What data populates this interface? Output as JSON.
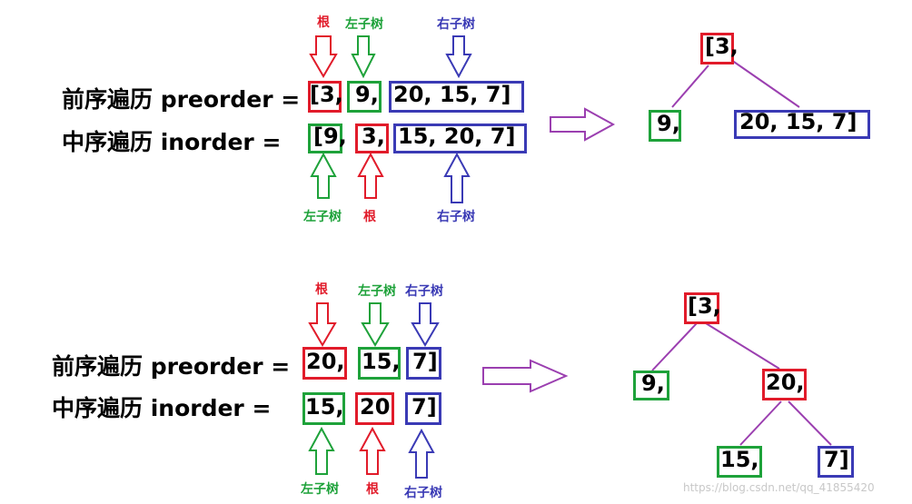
{
  "labels": {
    "root": "根",
    "left": "左子树",
    "right": "右子树"
  },
  "top": {
    "preorder_label": "前序遍历 preorder =",
    "inorder_label": "中序遍历 inorder  =",
    "pre": {
      "root": "[3,",
      "left": "9,",
      "right": "20,  15,  7]"
    },
    "in": {
      "left": "[9,",
      "root": "3,",
      "right": "15,  20,  7]"
    },
    "tree": {
      "root": "[3,",
      "left": "9,",
      "right": "20,  15,  7]"
    }
  },
  "bottom": {
    "preorder_label": "前序遍历 preorder =",
    "inorder_label": "中序遍历 inorder  =",
    "pre": {
      "root": "20,",
      "left": "15,",
      "right": "7]"
    },
    "in": {
      "left": "15,",
      "root": "20",
      "right": "7]"
    },
    "tree": {
      "root": "[3,",
      "left": "9,",
      "mid": "20,",
      "ll": "15,",
      "rr": "7]"
    }
  },
  "watermark": "https://blog.csdn.net/qq_41855420",
  "colors": {
    "root": "#e11b2a",
    "left": "#1ea23a",
    "right": "#3a3ab5",
    "arrow": "#9b3fb0"
  }
}
